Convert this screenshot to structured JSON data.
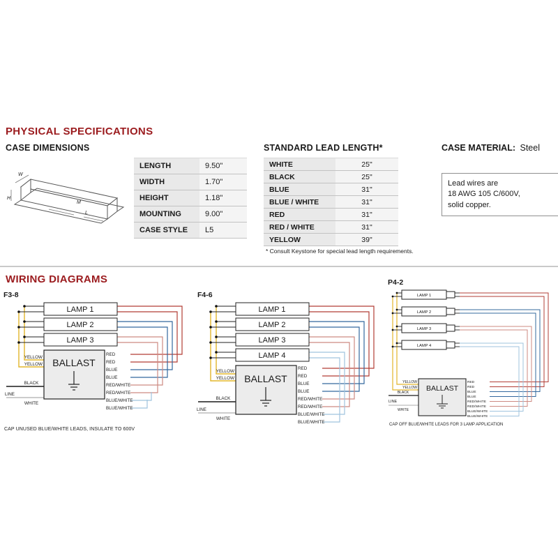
{
  "colors": {
    "heading_red": "#9b1b1e",
    "table_label_bg": "#e9e9e9",
    "table_value_bg": "#f4f4f4",
    "wire_yellow": "#e2b52a",
    "wire_black": "#1a1a1a",
    "wire_white": "#bcbcbc",
    "wire_red": "#b23c34",
    "wire_blue": "#33689e",
    "wire_red_white": "#cd8a82",
    "wire_blue_white": "#9fc3de"
  },
  "physical_specs": {
    "title": "PHYSICAL SPECIFICATIONS",
    "case_dimensions": {
      "title": "CASE DIMENSIONS",
      "drawing_labels": {
        "w": "W",
        "h": "H",
        "m": "M",
        "l": "L"
      },
      "rows": [
        {
          "label": "LENGTH",
          "value": "9.50\""
        },
        {
          "label": "WIDTH",
          "value": "1.70\""
        },
        {
          "label": "HEIGHT",
          "value": "1.18\""
        },
        {
          "label": "MOUNTING",
          "value": "9.00\""
        },
        {
          "label": "CASE STYLE",
          "value": "L5"
        }
      ]
    },
    "lead_length": {
      "title": "STANDARD LEAD LENGTH*",
      "rows": [
        {
          "label": "WHITE",
          "value": "25\""
        },
        {
          "label": "BLACK",
          "value": "25\""
        },
        {
          "label": "BLUE",
          "value": "31\""
        },
        {
          "label": "BLUE / WHITE",
          "value": "31\""
        },
        {
          "label": "RED",
          "value": "31\""
        },
        {
          "label": "RED / WHITE",
          "value": "31\""
        },
        {
          "label": "YELLOW",
          "value": "39\""
        }
      ],
      "footnote": "* Consult Keystone for special lead length requirements."
    },
    "case_material": {
      "label": "CASE MATERIAL:",
      "value": "Steel",
      "note_lines": [
        "Lead wires are",
        "18 AWG 105 C/600V,",
        "solid copper."
      ]
    }
  },
  "wiring": {
    "title": "WIRING DIAGRAMS",
    "f38": {
      "name": "F3-8",
      "lamps": [
        "LAMP 1",
        "LAMP 2",
        "LAMP 3"
      ],
      "ballast": "BALLAST",
      "left_labels": [
        "YELLOW",
        "YELLOW",
        "BLACK",
        "LINE",
        "WHITE"
      ],
      "right_labels": [
        "RED",
        "RED",
        "BLUE",
        "BLUE",
        "RED/WHITE",
        "RED/WHITE",
        "BLUE/WHITE",
        "BLUE/WHITE"
      ],
      "caption": "CAP UNUSED BLUE/WHITE LEADS, INSULATE TO 600V"
    },
    "f46": {
      "name": "F4-6",
      "lamps": [
        "LAMP 1",
        "LAMP 2",
        "LAMP 3",
        "LAMP 4"
      ],
      "ballast": "BALLAST",
      "left_labels": [
        "YELLOW",
        "YELLOW",
        "BLACK",
        "LINE",
        "WHITE"
      ],
      "right_labels": [
        "RED",
        "RED",
        "BLUE",
        "BLUE",
        "RED/WHITE",
        "RED/WHITE",
        "BLUE/WHITE",
        "BLUE/WHITE"
      ]
    },
    "p42": {
      "name": "P4-2",
      "lamps": [
        "LAMP 1",
        "LAMP 2",
        "LAMP 3",
        "LAMP 4"
      ],
      "ballast": "BALLAST",
      "left_labels": [
        "YELLOW",
        "YELLOW",
        "BLACK",
        "LINE",
        "WHITE"
      ],
      "right_labels": [
        "RED",
        "RED",
        "BLUE",
        "BLUE",
        "RED/WHITE",
        "RED/WHITE",
        "BLUE/WHITE",
        "BLUE/WHITE"
      ],
      "caption": "CAP OFF BLUE/WHITE LEADS FOR 3 LAMP APPLICATION"
    }
  }
}
